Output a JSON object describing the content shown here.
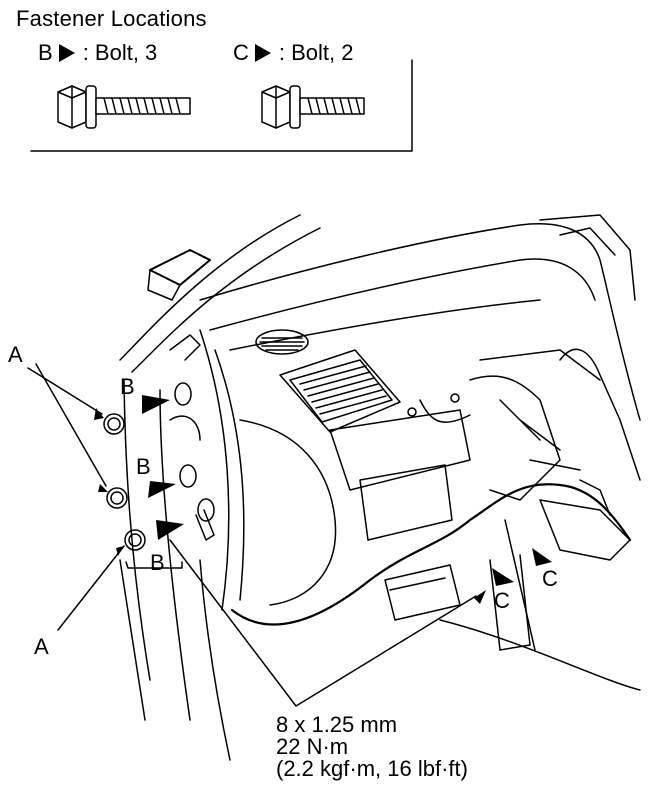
{
  "legend": {
    "title": "Fastener Locations",
    "items": [
      {
        "letter": "B",
        "label": ": Bolt, 3"
      },
      {
        "letter": "C",
        "label": ": Bolt, 2"
      }
    ]
  },
  "callouts": {
    "a_top": "A",
    "a_bottom": "A",
    "b_upper": "B",
    "b_middle": "B",
    "b_lower": "B",
    "c_right": "C",
    "c_lower": "C"
  },
  "torque_spec": {
    "size": "8 x 1.25 mm",
    "torque_nm": "22 N·m",
    "torque_alt": "(2.2 kgf·m, 16 lbf·ft)"
  }
}
